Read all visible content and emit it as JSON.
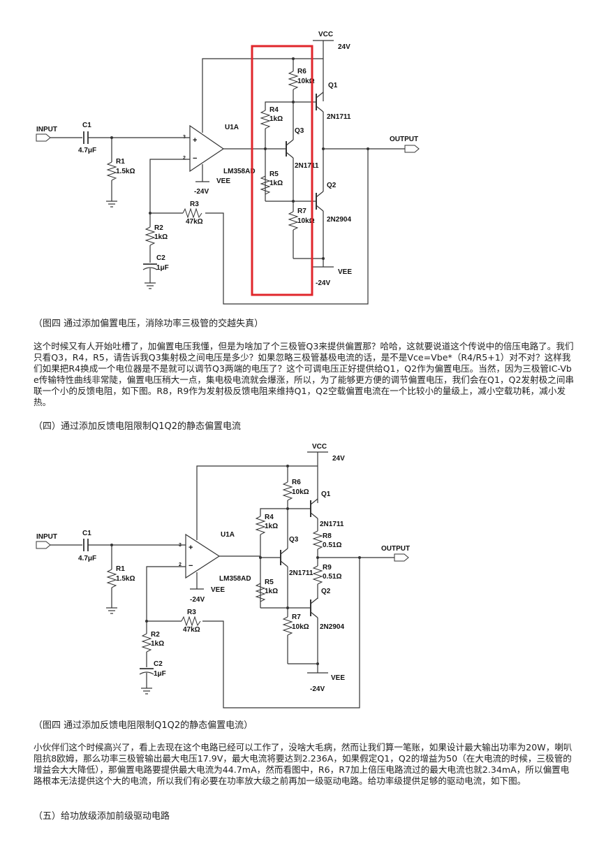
{
  "figure1": {
    "labels": {
      "vcc": "VCC",
      "vcc_v": "24V",
      "input": "INPUT",
      "output": "OUTPUT",
      "c1": "C1",
      "c1_v": "4.7μF",
      "r1": "R1",
      "r1_v": "1.5kΩ",
      "u1a": "U1A",
      "lm358": "LM358AD",
      "neg24": "-24V",
      "vee": "VEE",
      "r2": "R2",
      "r2_v": "1kΩ",
      "c2": "C2",
      "c2_v": "1μF",
      "r3": "R3",
      "r3_v": "47kΩ",
      "r4": "R4",
      "r4_v": "1kΩ",
      "r5": "R5",
      "r5_v": "1kΩ",
      "r6": "R6",
      "r6_v": "10kΩ",
      "r7": "R7",
      "r7_v": "10kΩ",
      "q1": "Q1",
      "q1_part": "2N1711",
      "q2": "Q2",
      "q2_part": "2N2904",
      "q3": "Q3",
      "q3_part": "2N1711",
      "vee2": "VEE",
      "vee2_v": "-24V",
      "pin3": "3",
      "pin2": "2"
    },
    "highlight_color": "#e0262b"
  },
  "figure2": {
    "labels": {
      "vcc": "VCC",
      "vcc_v": "24V",
      "input": "INPUT",
      "output": "OUTPUT",
      "c1": "C1",
      "c1_v": "4.7μF",
      "r1": "R1",
      "r1_v": "1.5kΩ",
      "u1a": "U1A",
      "lm358": "LM358AD",
      "neg24": "-24V",
      "vee": "VEE",
      "r2": "R2",
      "r2_v": "1kΩ",
      "c2": "C2",
      "c2_v": "1μF",
      "r3": "R3",
      "r3_v": "47kΩ",
      "r4": "R4",
      "r4_v": "1kΩ",
      "r5": "R5",
      "r5_v": "1kΩ",
      "r6": "R6",
      "r6_v": "10kΩ",
      "r7": "R7",
      "r7_v": "10kΩ",
      "r8": "R8",
      "r8_v": "0.51Ω",
      "r9": "R9",
      "r9_v": "0.51Ω",
      "q1": "Q1",
      "q1_part": "2N1711",
      "q2": "Q2",
      "q2_part": "2N2904",
      "q3": "Q3",
      "q3_part": "2N1711",
      "vee2": "VEE",
      "vee2_v": "-24V",
      "pin3": "3",
      "pin2": "2"
    }
  },
  "text": {
    "caption1": "（图四 通过添加偏置电压，消除功率三极管的交越失真）",
    "para1": "这个时候又有人开始吐槽了，加偏置电压我懂，但是为啥加了个三极管Q3来提供偏置那？哈哈，这就要说道这个传说中的倍压电路了。我们只看Q3，R4，R5，请告诉我Q3集射极之间电压是多少？如果忽略三极管基极电流的话，是不是Vce=Vbe*（R4/R5+1）对不对？这样我们如果把R4换成一个电位器是不是就可以调节Q3两端的电压了？这个可调电压正好提供给Q1，Q2作为偏置电压。当然，因为三极管IC-Vbe传输特性曲线非常陡，偏置电压稍大一点，集电极电流就会爆涨，所以，为了能够更方便的调节偏置电压，我们会在Q1，Q2发射极之间串联一个小的反馈电阻，如下图。R8，R9作为发射极反馈电阻来维持Q1，Q2空载偏置电流在一个比较小的量级上，减小空载功耗，减小发热。",
    "section4": "（四）通过添加反馈电阻限制Q1Q2的静态偏置电流",
    "caption2": "（图四 通过添加反馈电阻限制Q1Q2的静态偏置电流）",
    "para2": "小伙伴们这个时候高兴了，看上去现在这个电路已经可以工作了，没啥大毛病，然而让我们算一笔账，如果设计最大输出功率为20W，喇叭阻抗8欧姆，那么功率三极管输出最大电压17.9V，最大电流将要达到2.236A，如果假定Q1，Q2的增益为50（在大电流的时候，三极管的增益会大大降低），那偏置电路要提供最大电流为44.7mA，然而看图中，R6，R7加上倍压电路流过的最大电流也就2.34mA，所以偏置电路根本无法提供这个大的电流，所以我们有必要在功率放大级之前再加一级驱动电路。给功率级提供足够的驱动电流，如下图。",
    "section5": "（五）给功放级添加前级驱动电路"
  }
}
